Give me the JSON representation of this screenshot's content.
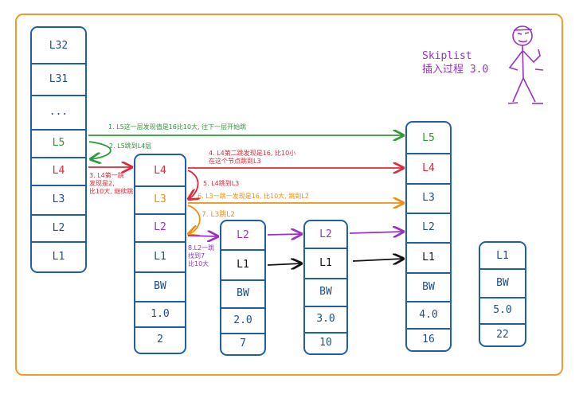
{
  "title": {
    "line1": "Skiplist",
    "line2": "插入过程 3.0"
  },
  "colors": {
    "frame": "#f29b2b",
    "node": "#1f5fa8",
    "green": "#2e9a3a",
    "red": "#e0283a",
    "orange": "#ef8f0f",
    "purple": "#9b30c8",
    "black": "#111111",
    "blue": "#1a4f8f"
  },
  "columns": {
    "head": [
      "L32",
      "L31",
      "...",
      "L5",
      "L4",
      "L3",
      "L2",
      "L1"
    ],
    "node2": [
      "L4",
      "L3",
      "L2",
      "L1",
      "BW",
      "1.0",
      "2"
    ],
    "node3": [
      "L2",
      "L1",
      "BW",
      "2.0",
      "7"
    ],
    "node4": [
      "L2",
      "L1",
      "BW",
      "3.0",
      "10"
    ],
    "node5": [
      "L5",
      "L4",
      "L3",
      "L2",
      "L1",
      "BW",
      "4.0",
      "16"
    ],
    "node6": [
      "L1",
      "BW",
      "5.0",
      "22"
    ]
  },
  "annotations": {
    "a1": "1. L5这一层发现值是16比10大, 往下一层开始跳",
    "a2": "2. L5跳到L4层",
    "a3_l1": "3. L4第一跳",
    "a3_l2": "发现是2,",
    "a3_l3": "比10大, 继续跳",
    "a4_l1": "4. L4第二跳发现是16, 比10小",
    "a4_l2": "在这个节点跳到L3",
    "a5": "5. L4跳到L3",
    "a6": "6. L3一跳一发现是16, 比10大, 跳到L2",
    "a7": "7. L3跳L2",
    "a8_l1": "8.L2一跳",
    "a8_l2": "找到7",
    "a8_l3": "比10大"
  }
}
